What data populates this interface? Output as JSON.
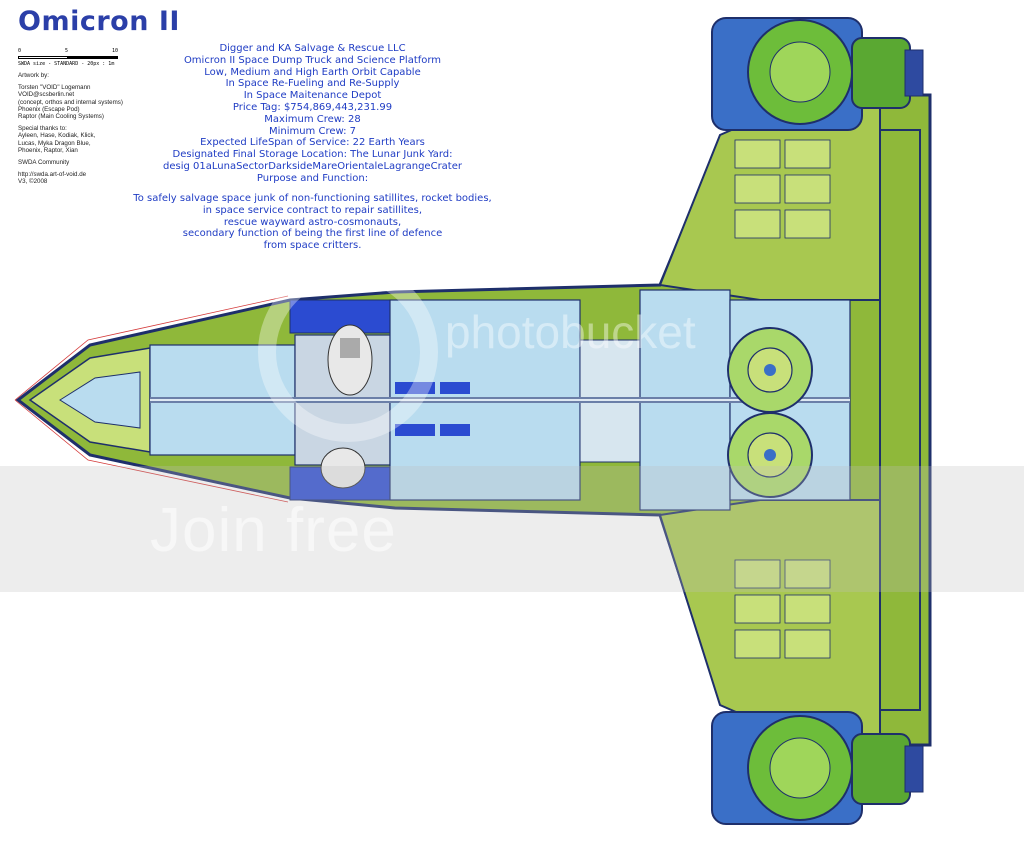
{
  "title": "Omicron II",
  "scale": {
    "tick_0": "0",
    "tick_5": "5",
    "tick_10": "10",
    "caption": "SWDA size - STANDARD - 20px : 1m"
  },
  "credits": {
    "artwork_heading": "Artwork by:",
    "author": "Torsten \"VOID\" Logemann",
    "email": "VOID@scsberlin.net",
    "author_role": "(concept, orthos and internal systems)",
    "phoenix": "Phoenix (Escape Pod)",
    "raptor": "Raptor (Main Cooling Systems)",
    "thanks_heading": "Special thanks to:",
    "thanks_1": "Ayleen, Hase, Kodiak, Klick,",
    "thanks_2": "Lucas, Myka Dragon Blue,",
    "thanks_3": "Phoenix, Raptor, Xian",
    "community": "SWDA Community",
    "url": "http://swda.art-of-void.de",
    "version": "V3, ©2008"
  },
  "specs": [
    "Digger and KA Salvage & Rescue LLC",
    "Omicron II Space Dump Truck and Science Platform",
    "Low, Medium and High Earth Orbit Capable",
    "In Space Re-Fueling and Re-Supply",
    "In Space Maitenance Depot",
    "Price Tag: $754,869,443,231.99",
    "Maximum Crew: 28",
    "Minimum Crew: 7",
    "Expected LifeSpan of Service: 22 Earth Years",
    "Designated Final Storage Location: The Lunar Junk Yard:",
    "desig 01aLunaSectorDarksideMareOrientaleLagrangeCrater",
    "Purpose and Function:"
  ],
  "purpose": [
    "To safely salvage space junk of non-functioning satillites, rocket bodies,",
    "in space service contract to repair satillites,",
    "rescue wayward astro-cosmonauts,",
    "secondary function of being the first line of defence",
    "from space critters."
  ],
  "watermark": {
    "text": "Join free",
    "brand": "photobucket"
  },
  "colors": {
    "title": "#2b3fa8",
    "spec_text": "#1f3cc4",
    "hull_green": "#8fb83a",
    "hull_light": "#c8e07a",
    "deck_blue": "#b9dcef",
    "outline": "#1e2f6b",
    "engine_blue": "#3a6fc7"
  }
}
